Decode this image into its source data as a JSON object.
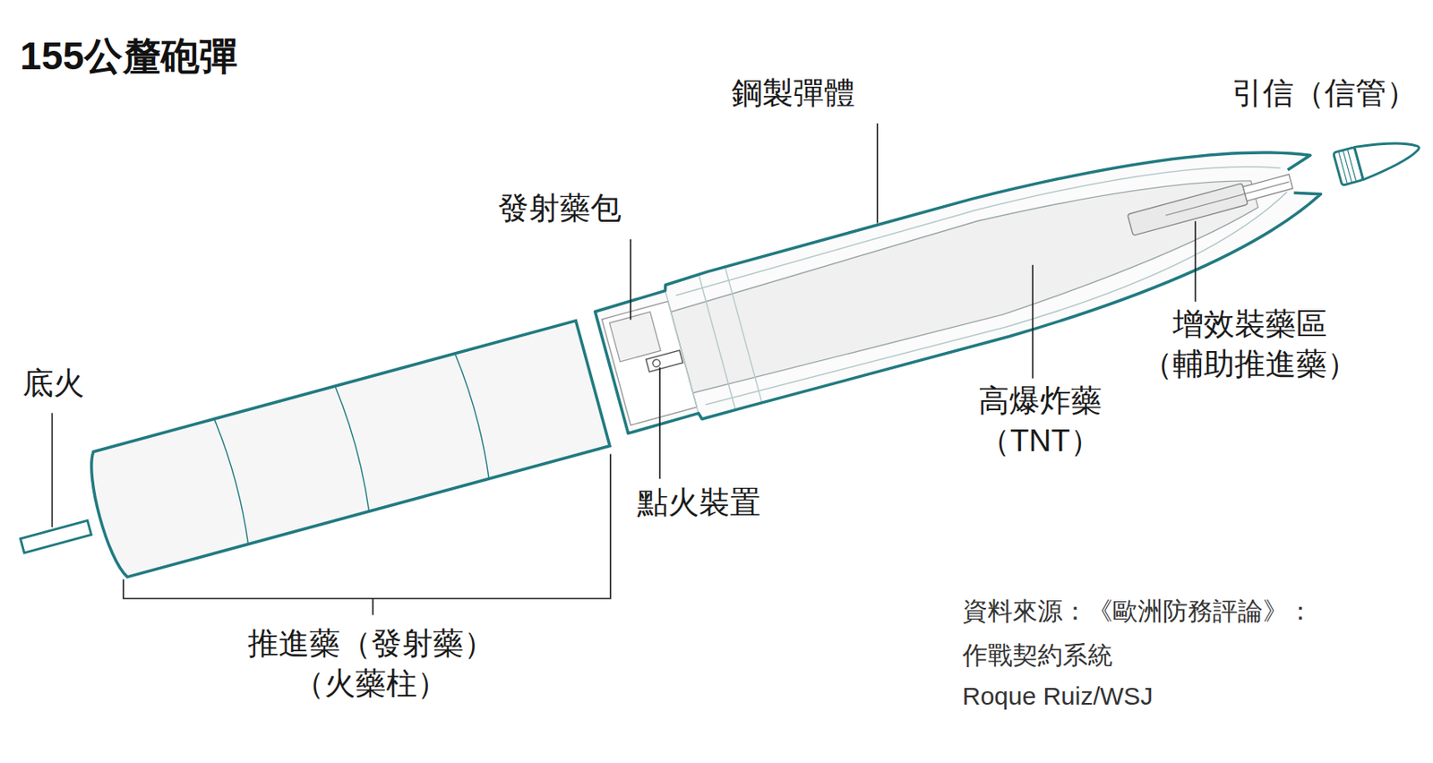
{
  "diagram": {
    "title": "155公釐砲彈",
    "labels": [
      "鋼製彈體",
      "引信（信管）",
      "發射藥包",
      "增效裝藥區 （輔助推進藥）",
      "底火",
      "高爆炸藥 （TNT）",
      "點火裝置",
      "推進藥（發射藥） （火藥柱）",
      "資料來源：《歐洲防務評論》：",
      "作戰契約系統",
      "Roque Ruiz/WSJ"
    ]
  }
}
